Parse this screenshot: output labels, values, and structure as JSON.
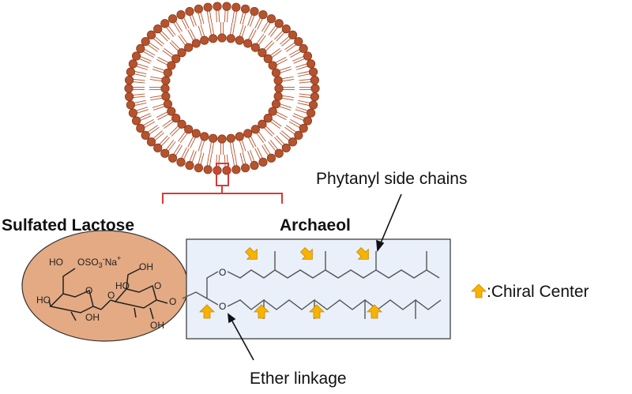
{
  "labels": {
    "sulfated_lactose": "Sulfated Lactose",
    "archaeol": "Archaeol",
    "phytanyl": "Phytanyl side chains",
    "ether": "Ether linkage",
    "chiral_legend": ":Chiral Center"
  },
  "molecule": {
    "ho_top": "HO",
    "oso3": "OSO",
    "oso3_sub": "3",
    "oso3_sup": "-",
    "na": "Na",
    "na_sup": "+",
    "oh_top_right": "OH",
    "ho_left_mid": "HO",
    "o_ring1": "O",
    "o_glyco": "O",
    "o_ring2": "O",
    "ho_left2": "HO",
    "o_link": "O",
    "oh_bottom1": "OH",
    "oh_bottom2": "OH",
    "o_ether_top": "O",
    "o_ether_bottom": "O"
  },
  "colors": {
    "head_group": "#b5532f",
    "head_group_stroke": "#8a3a1c",
    "lipid_tail": "#b5532f",
    "bracket": "#d63a3a",
    "sugar_fill": "#e4aa83",
    "archaeol_fill": "#e9f0fa",
    "chiral_arrow": "#f6b300"
  }
}
